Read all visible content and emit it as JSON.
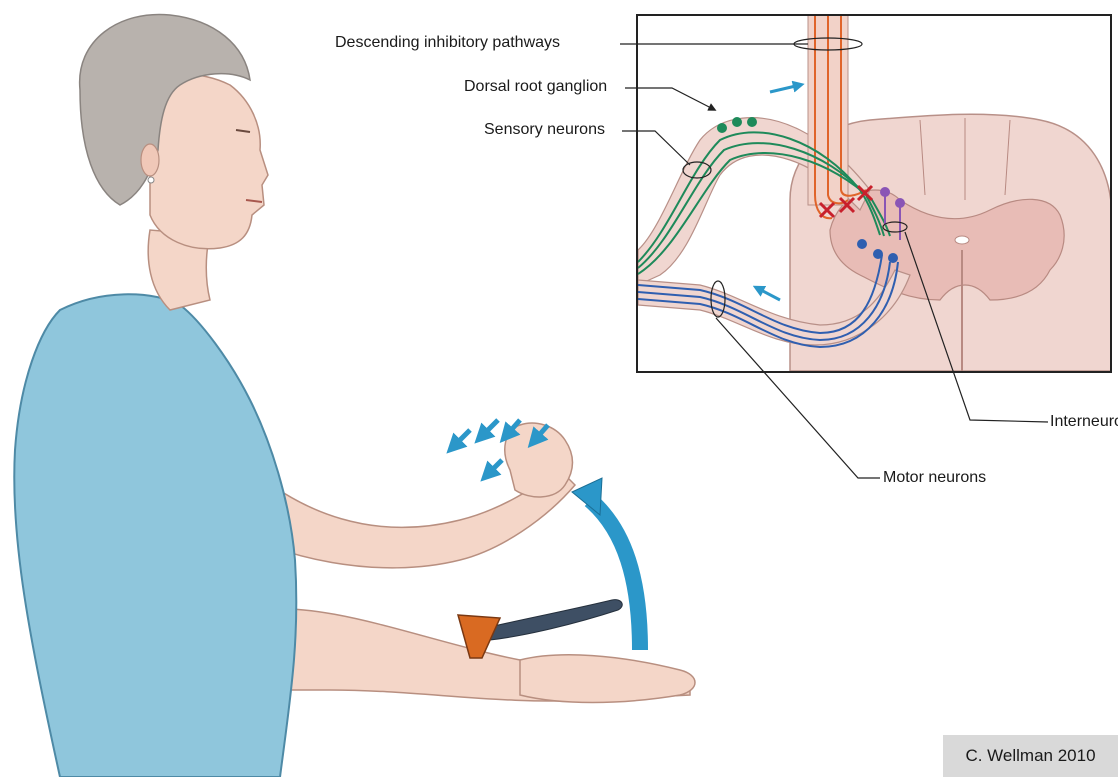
{
  "labels": {
    "descending": "Descending inhibitory pathways",
    "drg": "Dorsal root ganglion",
    "sensory": "Sensory neurons",
    "interneurons": "Interneurons",
    "motor": "Motor neurons"
  },
  "credit": "C. Wellman 2010",
  "colors": {
    "sensory": "#1e8a5a",
    "motor": "#2f5fb0",
    "inhibitory": "#e0642a",
    "interneuron": "#8a55b5",
    "inhibition_mark": "#c8202c",
    "flow_arrow": "#2b97c9",
    "shirt": "#8fc6dc",
    "skin": "#f4d6c8",
    "hair": "#b8b2ad",
    "spinal_cord": "#f0d6d0",
    "grey_matter": "#e8bcb6"
  }
}
